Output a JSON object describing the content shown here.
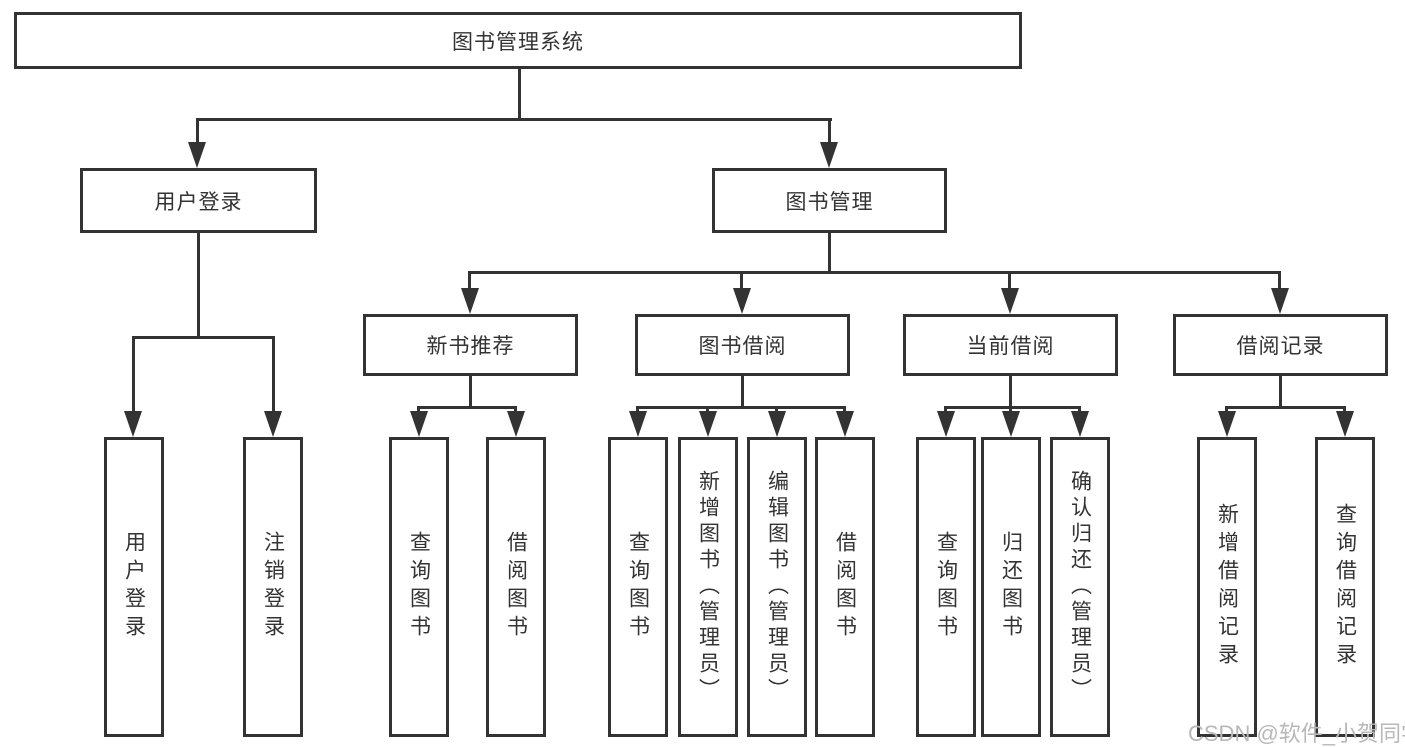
{
  "diagram": {
    "type": "tree",
    "nodes": {
      "root": "图书管理系统",
      "user_login": "用户登录",
      "book_mgmt": "图书管理",
      "new_book_rec": "新书推荐",
      "book_borrow": "图书借阅",
      "current_borrow": "当前借阅",
      "borrow_records": "借阅记录",
      "ul_login": "用户登录",
      "ul_logout": "注销登录",
      "nb_query": "查询图书",
      "nb_borrow": "借阅图书",
      "bb_query": "查询图书",
      "bb_add": "新增图书（管理员）",
      "bb_edit": "编辑图书（管理员）",
      "bb_borrow": "借阅图书",
      "cb_query": "查询图书",
      "cb_return": "归还图书",
      "cb_confirm": "确认归还（管理员）",
      "br_add": "新增借阅记录",
      "br_query": "查询借阅记录"
    },
    "hierarchy": {
      "图书管理系统": [
        "用户登录",
        "图书管理"
      ],
      "用户登录": [
        "用户登录",
        "注销登录"
      ],
      "图书管理": [
        "新书推荐",
        "图书借阅",
        "当前借阅",
        "借阅记录"
      ],
      "新书推荐": [
        "查询图书",
        "借阅图书"
      ],
      "图书借阅": [
        "查询图书",
        "新增图书（管理员）",
        "编辑图书（管理员）",
        "借阅图书"
      ],
      "当前借阅": [
        "查询图书",
        "归还图书",
        "确认归还（管理员）"
      ],
      "借阅记录": [
        "新增借阅记录",
        "查询借阅记录"
      ]
    },
    "colors": {
      "line": "#333333",
      "box_border": "#333333",
      "box_fill": "#ffffff",
      "background": "#ffffff",
      "watermark": "#b8b8b8"
    }
  },
  "watermark": "CSDN @软件_小贺同学"
}
